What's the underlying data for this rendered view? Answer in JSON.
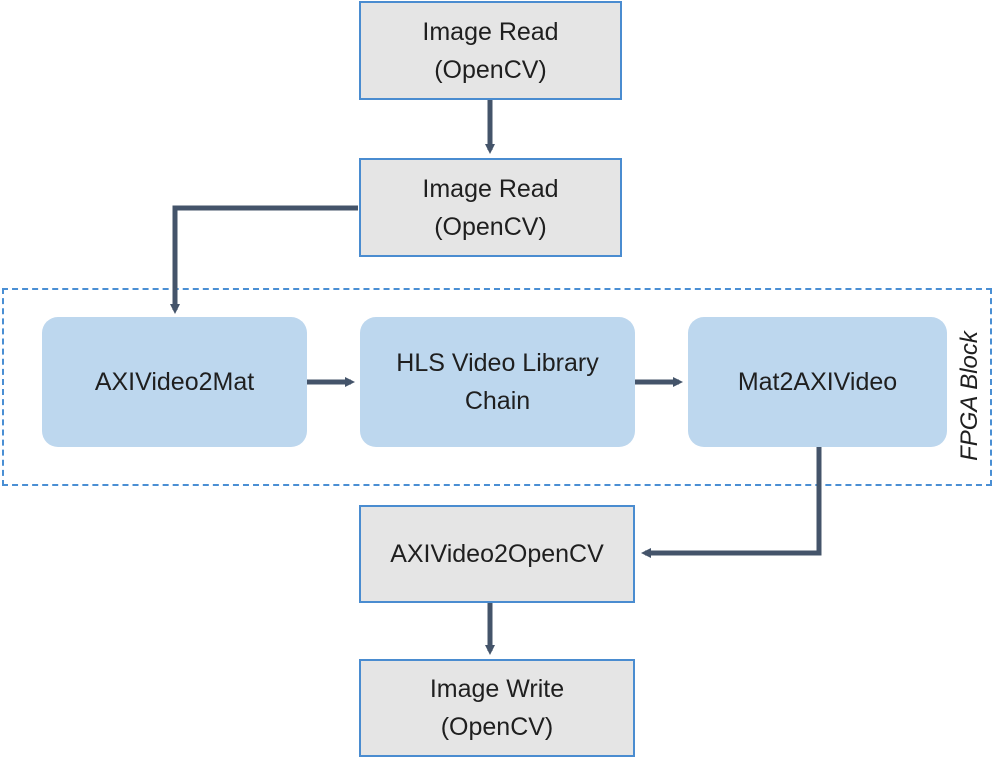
{
  "nodes": {
    "image_read_1": {
      "line1": "Image Read",
      "line2": "(OpenCV)"
    },
    "image_read_2": {
      "line1": "Image Read",
      "line2": "(OpenCV)"
    },
    "axivideo2mat": {
      "label": "AXIVideo2Mat"
    },
    "hls_chain": {
      "line1": "HLS Video Library",
      "line2": "Chain"
    },
    "mat2axivideo": {
      "label": "Mat2AXIVideo"
    },
    "axivideo2opencv": {
      "label": "AXIVideo2OpenCV"
    },
    "image_write": {
      "line1": "Image Write",
      "line2": "(OpenCV)"
    }
  },
  "group": {
    "label": "FPGA Block"
  },
  "colors": {
    "io_fill": "#e5e5e5",
    "io_border": "#4a8cd0",
    "fpga_fill": "#bdd7ee",
    "arrow": "#44546a",
    "group_border": "#4a8fd4"
  }
}
